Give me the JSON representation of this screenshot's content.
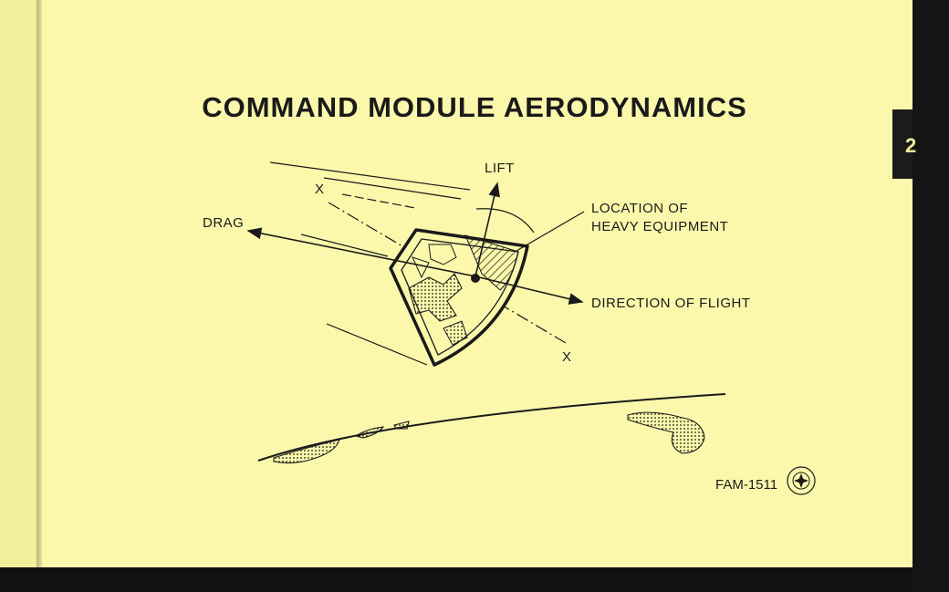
{
  "page": {
    "title": "COMMAND MODULE AERODYNAMICS",
    "section_tab": "2",
    "figure_id": "FAM-1511"
  },
  "diagram": {
    "labels": {
      "lift": "LIFT",
      "drag": "DRAG",
      "x_top": "X",
      "x_bottom": "X",
      "heavy_equipment_line1": "LOCATION OF",
      "heavy_equipment_line2": "HEAVY EQUIPMENT",
      "direction_of_flight": "DIRECTION OF FLIGHT"
    }
  },
  "colors": {
    "page_background": "#fbf8ac",
    "ink": "#1a1a1a",
    "tab": "#1b1b1b"
  },
  "icons": [
    "north-american-rockwell-logo-icon"
  ]
}
